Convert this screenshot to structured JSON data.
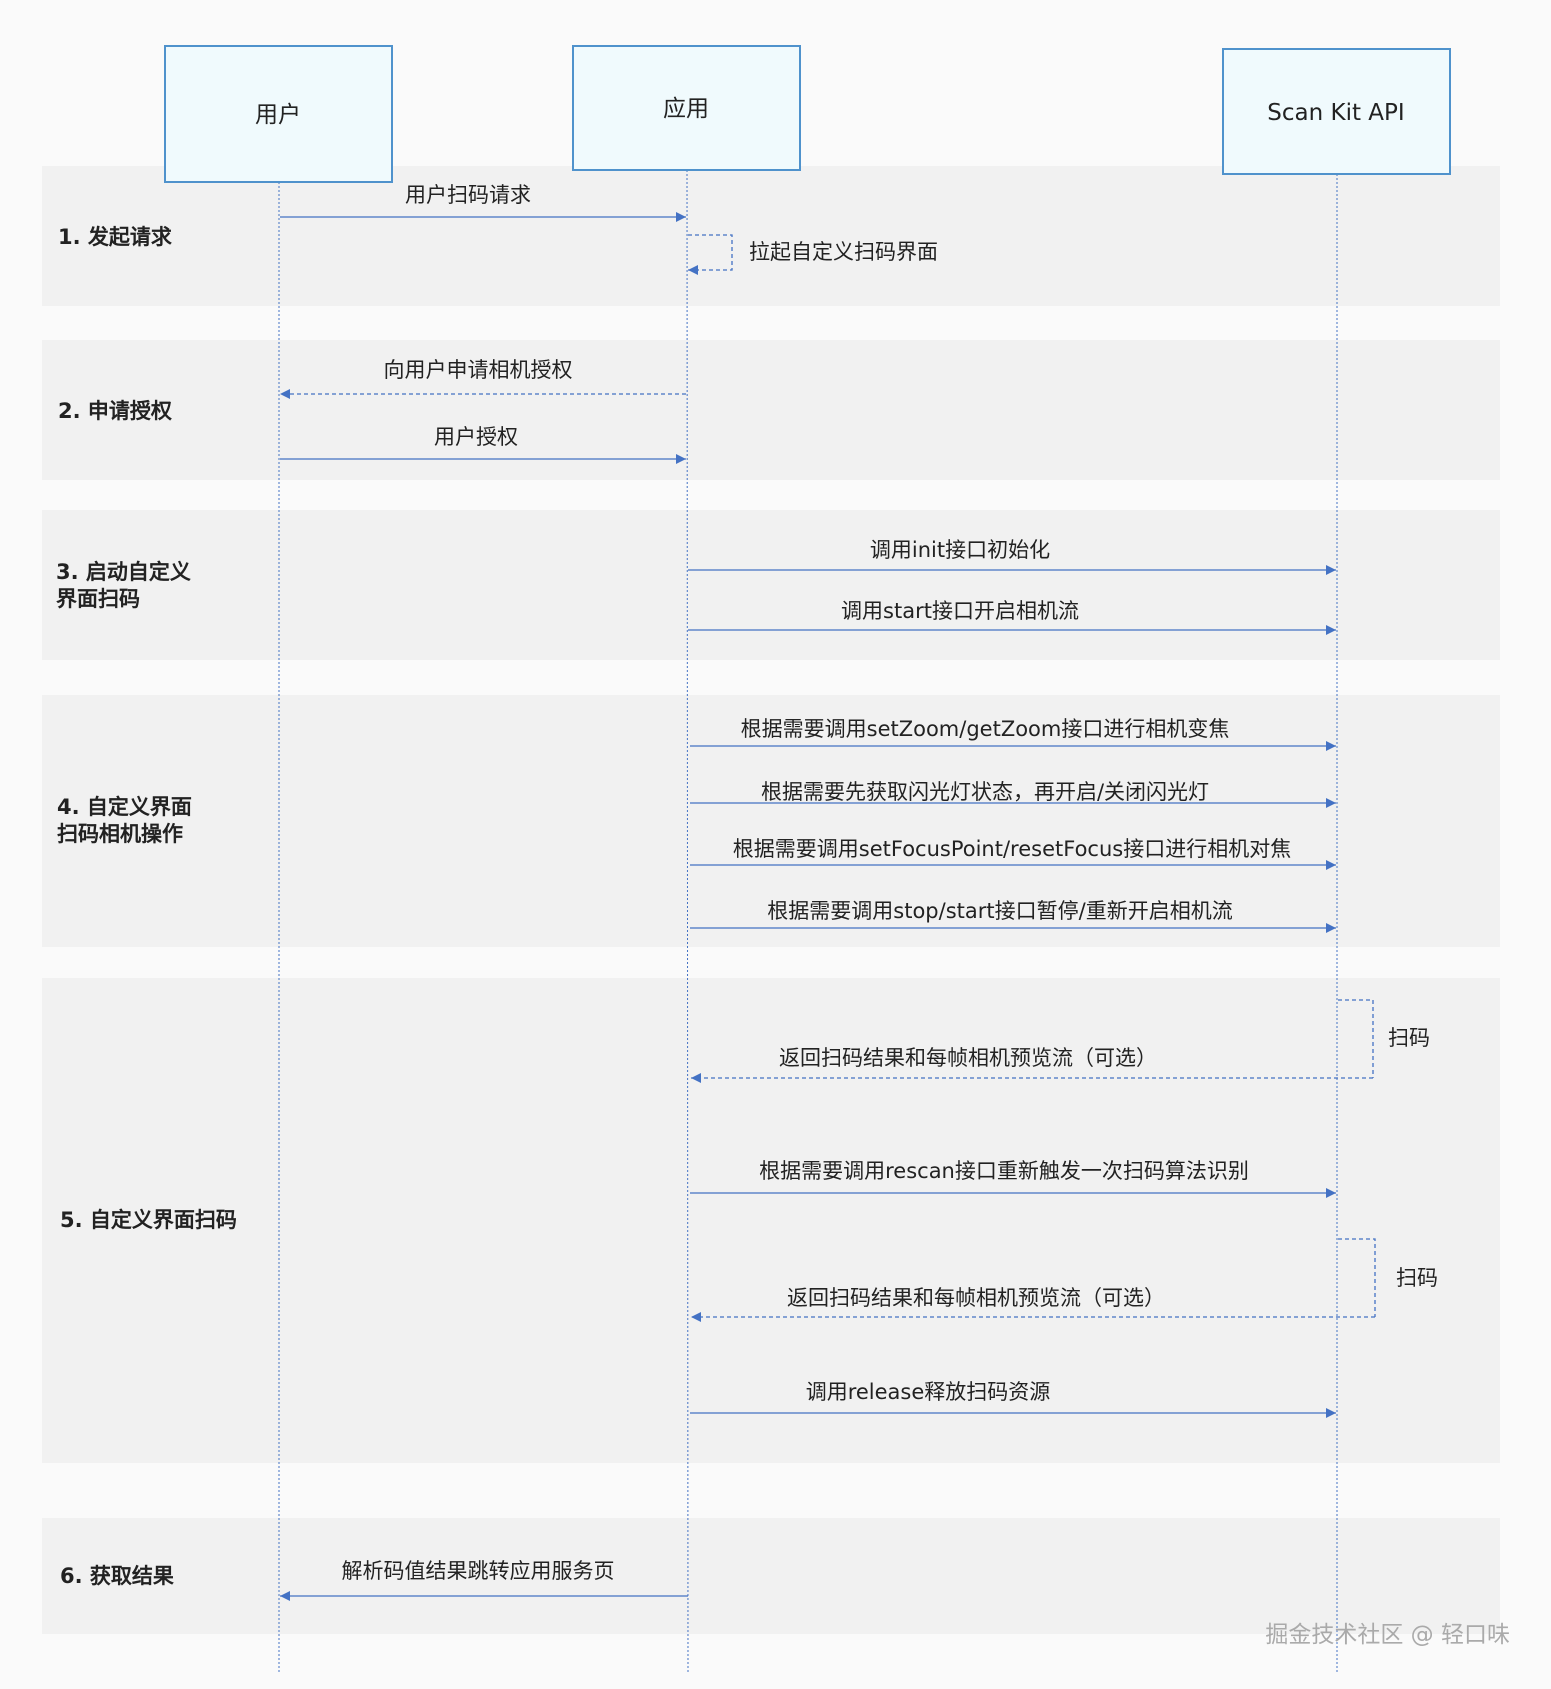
{
  "actors": [
    {
      "id": "user",
      "label": "用户"
    },
    {
      "id": "app",
      "label": "应用"
    },
    {
      "id": "scankit",
      "label": "Scan Kit API"
    }
  ],
  "phases": [
    {
      "lines": [
        "1. 发起请求"
      ]
    },
    {
      "lines": [
        "2. 申请授权"
      ]
    },
    {
      "lines": [
        "3. 启动自定义",
        "界面扫码"
      ]
    },
    {
      "lines": [
        "4. 自定义界面",
        "扫码相机操作"
      ]
    },
    {
      "lines": [
        "5. 自定义界面扫码"
      ]
    },
    {
      "lines": [
        "6. 获取结果"
      ]
    }
  ],
  "messages": [
    {
      "from": "user",
      "to": "app",
      "label": "用户扫码请求",
      "style": "solid"
    },
    {
      "from": "app",
      "to": "app",
      "label": "拉起自定义扫码界面",
      "style": "dashed"
    },
    {
      "from": "app",
      "to": "user",
      "label": "向用户申请相机授权",
      "style": "dashed"
    },
    {
      "from": "user",
      "to": "app",
      "label": "用户授权",
      "style": "solid"
    },
    {
      "from": "app",
      "to": "scankit",
      "label": "调用init接口初始化",
      "style": "solid"
    },
    {
      "from": "app",
      "to": "scankit",
      "label": "调用start接口开启相机流",
      "style": "solid"
    },
    {
      "from": "app",
      "to": "scankit",
      "label": "根据需要调用setZoom/getZoom接口进行相机变焦",
      "style": "solid"
    },
    {
      "from": "app",
      "to": "scankit",
      "label": "根据需要先获取闪光灯状态，再开启/关闭闪光灯",
      "style": "solid"
    },
    {
      "from": "app",
      "to": "scankit",
      "label": "根据需要调用setFocusPoint/resetFocus接口进行相机对焦",
      "style": "solid"
    },
    {
      "from": "app",
      "to": "scankit",
      "label": "根据需要调用stop/start接口暂停/重新开启相机流",
      "style": "solid"
    },
    {
      "from": "scankit",
      "to": "scankit",
      "label": "扫码",
      "style": "dashed"
    },
    {
      "from": "scankit",
      "to": "app",
      "label": "返回扫码结果和每帧相机预览流（可选）",
      "style": "dashed"
    },
    {
      "from": "app",
      "to": "scankit",
      "label": "根据需要调用rescan接口重新触发一次扫码算法识别",
      "style": "solid"
    },
    {
      "from": "scankit",
      "to": "scankit",
      "label": "扫码",
      "style": "dashed"
    },
    {
      "from": "scankit",
      "to": "app",
      "label": "返回扫码结果和每帧相机预览流（可选）",
      "style": "dashed"
    },
    {
      "from": "app",
      "to": "scankit",
      "label": "调用release释放扫码资源",
      "style": "solid"
    },
    {
      "from": "app",
      "to": "user",
      "label": "解析码值结果跳转应用服务页",
      "style": "solid"
    }
  ],
  "watermark": "掘金技术社区 @ 轻口味",
  "colors": {
    "line": "#4472c4",
    "actor_fill": "#f0fafd",
    "actor_border": "#4f92cc",
    "band": "#f1f1f1"
  }
}
